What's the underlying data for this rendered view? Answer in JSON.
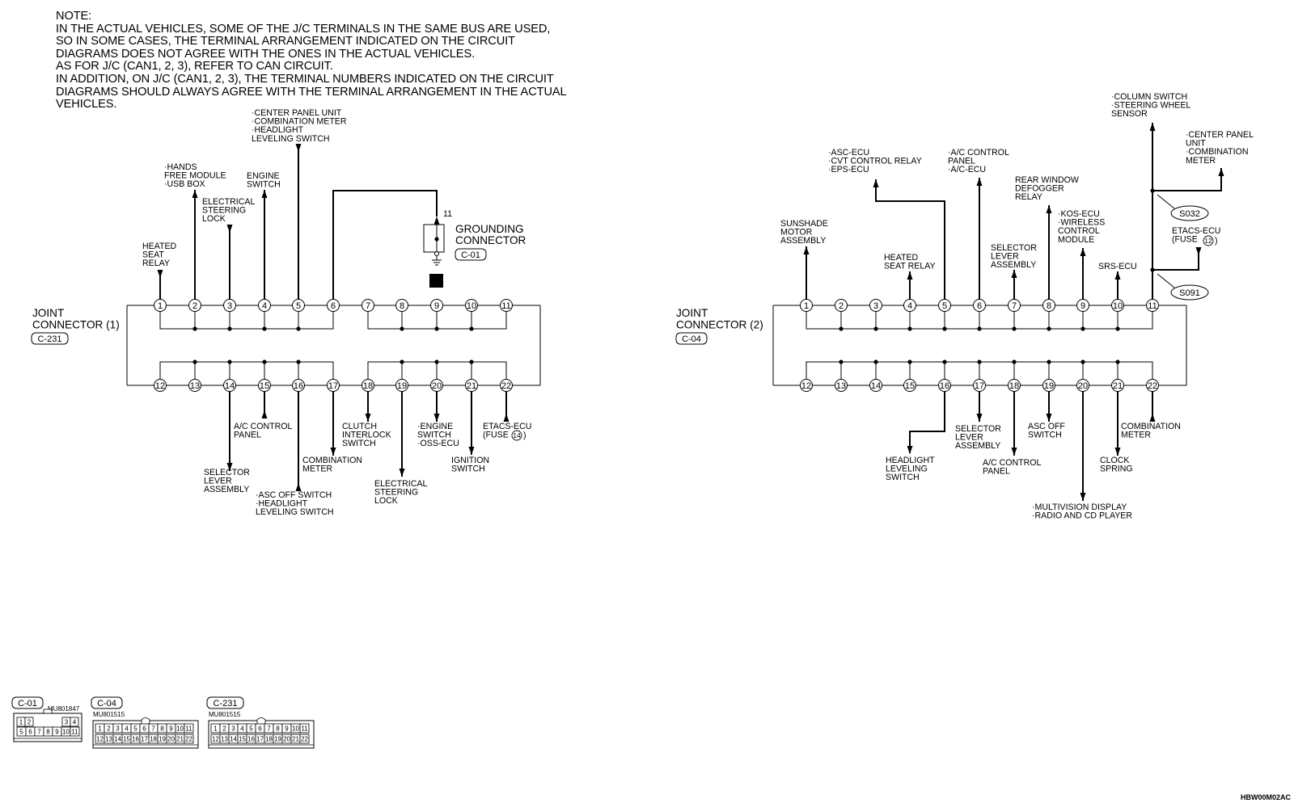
{
  "note": {
    "lines": [
      "NOTE:",
      "IN THE ACTUAL VEHICLES, SOME OF THE J/C TERMINALS IN THE SAME BUS ARE USED,",
      "SO IN SOME CASES, THE TERMINAL ARRANGEMENT INDICATED ON THE CIRCUIT",
      "DIAGRAMS DOES NOT AGREE WITH THE ONES IN THE ACTUAL VEHICLES.",
      "AS FOR J/C (CAN1, 2, 3), REFER TO CAN CIRCUIT.",
      "IN ADDITION, ON J/C (CAN1, 2, 3), THE TERMINAL NUMBERS INDICATED ON THE CIRCUIT",
      "DIAGRAMS SHOULD ALWAYS AGREE WITH THE TERMINAL ARRANGEMENT IN THE ACTUAL",
      "VEHICLES."
    ]
  },
  "jc1": {
    "title_lines": [
      "JOINT",
      "CONNECTOR (1)"
    ],
    "connector_id": "C-231",
    "pins_top": [
      "1",
      "2",
      "3",
      "4",
      "5",
      "6",
      "7",
      "8",
      "9",
      "10",
      "11"
    ],
    "pins_bottom": [
      "12",
      "13",
      "14",
      "15",
      "16",
      "17",
      "18",
      "19",
      "20",
      "21",
      "22"
    ],
    "labels_top": {
      "p1": [
        "HEATED",
        "SEAT",
        "RELAY"
      ],
      "p2": [
        "·HANDS",
        "FREE MODULE",
        "·USB BOX"
      ],
      "p3": [
        "ELECTRICAL",
        "STEERING",
        "LOCK"
      ],
      "p4": [
        "ENGINE",
        "SWITCH"
      ],
      "p5": [
        "·CENTER PANEL UNIT",
        "·COMBINATION METER",
        "·HEADLIGHT",
        "LEVELING SWITCH"
      ]
    },
    "labels_bottom": {
      "p14": [
        "SELECTOR",
        "LEVER",
        "ASSEMBLY"
      ],
      "p15": [
        "A/C CONTROL",
        "PANEL"
      ],
      "p16": [
        "·ASC OFF SWITCH",
        "·HEADLIGHT",
        "LEVELING SWITCH"
      ],
      "p17": [
        "COMBINATION",
        "METER"
      ],
      "p18": [
        "CLUTCH",
        "INTERLOCK",
        "SWITCH"
      ],
      "p19": [
        "ELECTRICAL",
        "STEERING",
        "LOCK"
      ],
      "p20": [
        "·ENGINE",
        "SWITCH",
        "·OSS-ECU"
      ],
      "p21": [
        "IGNITION",
        "SWITCH"
      ],
      "p22": [
        "ETACS-ECU",
        "(FUSE"
      ],
      "p22_fuse": "14"
    },
    "grounding": {
      "pin": "11",
      "title_lines": [
        "GROUNDING",
        "CONNECTOR"
      ],
      "connector_id": "C-01",
      "ground_no": "6"
    }
  },
  "jc2": {
    "title_lines": [
      "JOINT",
      "CONNECTOR (2)"
    ],
    "connector_id": "C-04",
    "pins_top": [
      "1",
      "2",
      "3",
      "4",
      "5",
      "6",
      "7",
      "8",
      "9",
      "10",
      "11"
    ],
    "pins_bottom": [
      "12",
      "13",
      "14",
      "15",
      "16",
      "17",
      "18",
      "19",
      "20",
      "21",
      "22"
    ],
    "labels_top": {
      "p1": [
        "SUNSHADE",
        "MOTOR",
        "ASSEMBLY"
      ],
      "p4": [
        "HEATED",
        "SEAT RELAY"
      ],
      "p5": [
        "·ASC-ECU",
        "·CVT CONTROL RELAY",
        "·EPS-ECU"
      ],
      "p6": [
        "·A/C CONTROL",
        "PANEL",
        "·A/C-ECU"
      ],
      "p7": [
        "SELECTOR",
        "LEVER",
        "ASSEMBLY"
      ],
      "p8": [
        "REAR WINDOW",
        "DEFOGGER",
        "RELAY"
      ],
      "p9": [
        "·KOS-ECU",
        "·WIRELESS",
        "CONTROL",
        "MODULE"
      ],
      "p10": [
        "SRS-ECU"
      ],
      "p11a": [
        "·COLUMN SWITCH",
        "·STEERING WHEEL",
        "SENSOR"
      ],
      "p11b": [
        "·CENTER PANEL",
        "UNIT",
        "·COMBINATION",
        "METER"
      ],
      "p11c": [
        "ETACS-ECU",
        "(FUSE"
      ],
      "p11c_fuse": "12"
    },
    "splices": [
      "S032",
      "S091"
    ],
    "labels_bottom": {
      "p16": [
        "HEADLIGHT",
        "LEVELING",
        "SWITCH"
      ],
      "p17": [
        "SELECTOR",
        "LEVER",
        "ASSEMBLY"
      ],
      "p18": [
        "A/C CONTROL",
        "PANEL"
      ],
      "p19": [
        "ASC OFF",
        "SWITCH"
      ],
      "p20": [
        "·MULTIVISION DISPLAY",
        "·RADIO AND CD PLAYER"
      ],
      "p21": [
        "CLOCK",
        "SPRING"
      ],
      "p22": [
        "COMBINATION",
        "METER"
      ]
    }
  },
  "faces": {
    "c01": {
      "id": "C-01",
      "part": "MU801847",
      "top_left": [
        "1",
        "2"
      ],
      "top_right": [
        "3",
        "4"
      ],
      "bottom": [
        "5",
        "6",
        "7",
        "8",
        "9",
        "10",
        "11"
      ]
    },
    "c04": {
      "id": "C-04",
      "part": "MU801515",
      "row1": [
        "1",
        "2",
        "3",
        "4",
        "5",
        "6",
        "7",
        "8",
        "9",
        "10",
        "11"
      ],
      "row2": [
        "12",
        "13",
        "14",
        "15",
        "16",
        "17",
        "18",
        "19",
        "20",
        "21",
        "22"
      ]
    },
    "c231": {
      "id": "C-231",
      "part": "MU801515",
      "row1": [
        "1",
        "2",
        "3",
        "4",
        "5",
        "6",
        "7",
        "8",
        "9",
        "10",
        "11"
      ],
      "row2": [
        "12",
        "13",
        "14",
        "15",
        "16",
        "17",
        "18",
        "19",
        "20",
        "21",
        "22"
      ]
    }
  },
  "footer_code": "HBW00M02AC"
}
